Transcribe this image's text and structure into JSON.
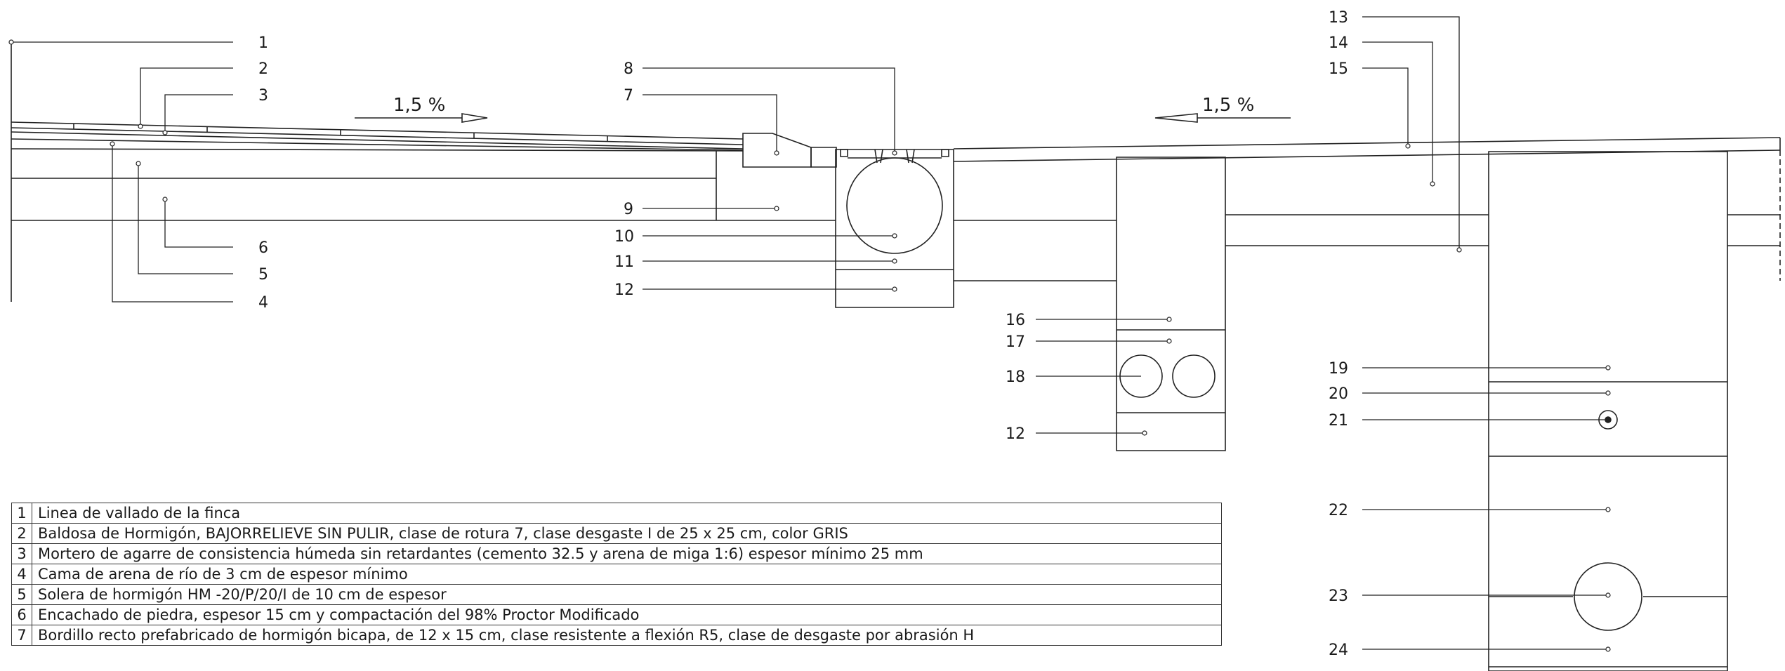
{
  "slope_labels": {
    "left": "1,5 %",
    "right": "1,5 %"
  },
  "callouts": [
    "1",
    "2",
    "3",
    "4",
    "5",
    "6",
    "7",
    "8",
    "9",
    "10",
    "11",
    "12",
    "12",
    "13",
    "14",
    "15",
    "16",
    "17",
    "18",
    "19",
    "20",
    "21",
    "22",
    "23",
    "24"
  ],
  "legend": [
    {
      "num": "1",
      "text": "Linea de vallado de la finca"
    },
    {
      "num": "2",
      "text": "Baldosa de Hormigón, BAJORRELIEVE SIN PULIR, clase de rotura 7, clase desgaste I de 25 x 25 cm, color GRIS"
    },
    {
      "num": "3",
      "text": "Mortero de agarre de consistencia húmeda sin retardantes (cemento 32.5 y arena de miga 1:6) espesor mínimo 25 mm"
    },
    {
      "num": "4",
      "text": "Cama de arena de río de 3 cm de espesor mínimo"
    },
    {
      "num": "5",
      "text": "Solera de hormigón HM -20/P/20/I de 10 cm de espesor"
    },
    {
      "num": "6",
      "text": "Encachado de piedra, espesor 15 cm y compactación del 98% Proctor Modificado"
    },
    {
      "num": "7",
      "text": "Bordillo recto prefabricado de hormigón bicapa, de 12 x 15 cm, clase resistente a flexión R5, clase de desgaste por abrasión H"
    }
  ]
}
